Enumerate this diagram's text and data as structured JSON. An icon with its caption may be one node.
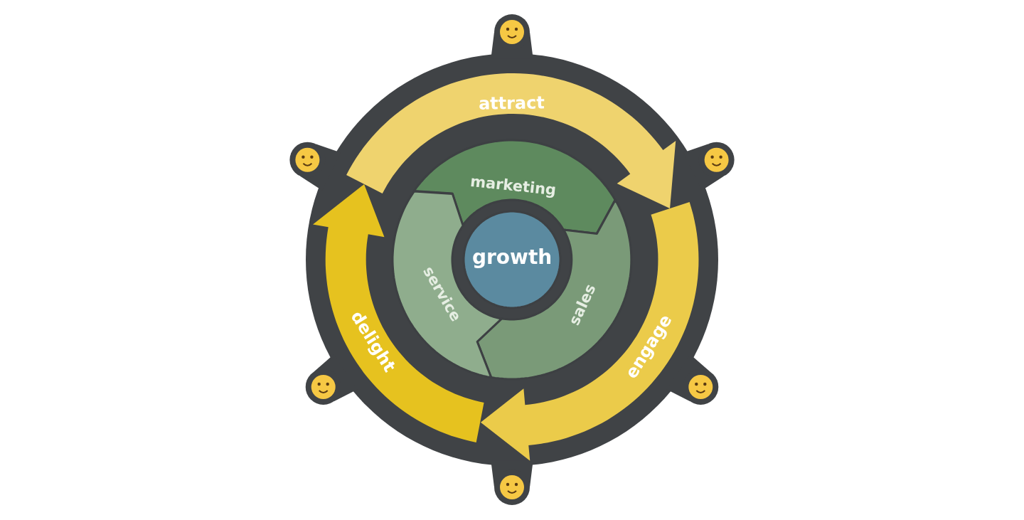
{
  "diagram": {
    "nodes": [
      {
        "text": [
          "attract"
        ]
      },
      {
        "text": [
          "engage"
        ]
      },
      {
        "text": [
          "delight"
        ]
      },
      {
        "text": [
          "marketing"
        ]
      },
      {
        "text": [
          "sales"
        ]
      },
      {
        "text": [
          "service"
        ]
      },
      {
        "text": [
          "growth"
        ]
      }
    ]
  }
}
